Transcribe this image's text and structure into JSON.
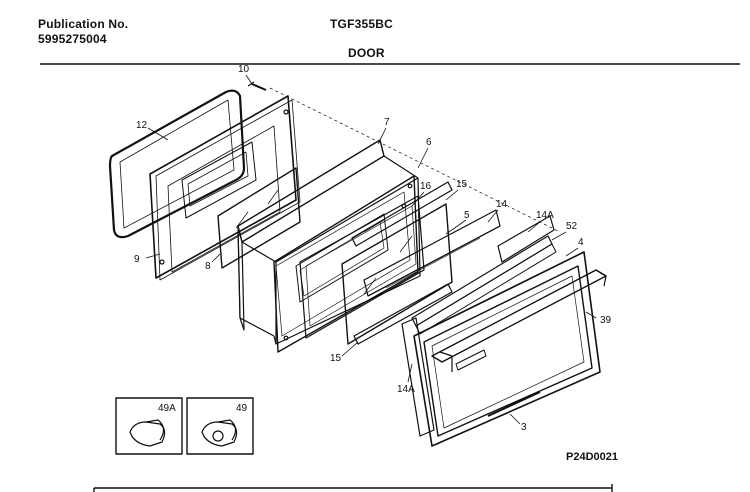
{
  "header": {
    "publication_label": "Publication No.",
    "publication_number": "5995275004",
    "model": "TGF355BC",
    "section_title": "DOOR"
  },
  "callouts": {
    "c10": "10",
    "c12": "12",
    "c7": "7",
    "c6": "6",
    "c16": "16",
    "c15a": "15",
    "c5": "5",
    "c14": "14",
    "c14a_top": "14A",
    "c52": "52",
    "c4": "4",
    "c9": "9",
    "c8": "8",
    "c15b": "15",
    "c39": "39",
    "c14a_bottom": "14A",
    "c3": "3",
    "c49a": "49A",
    "c49": "49"
  },
  "drawing_code": "P24D0021",
  "colors": {
    "ink": "#111111",
    "paper": "#ffffff"
  }
}
